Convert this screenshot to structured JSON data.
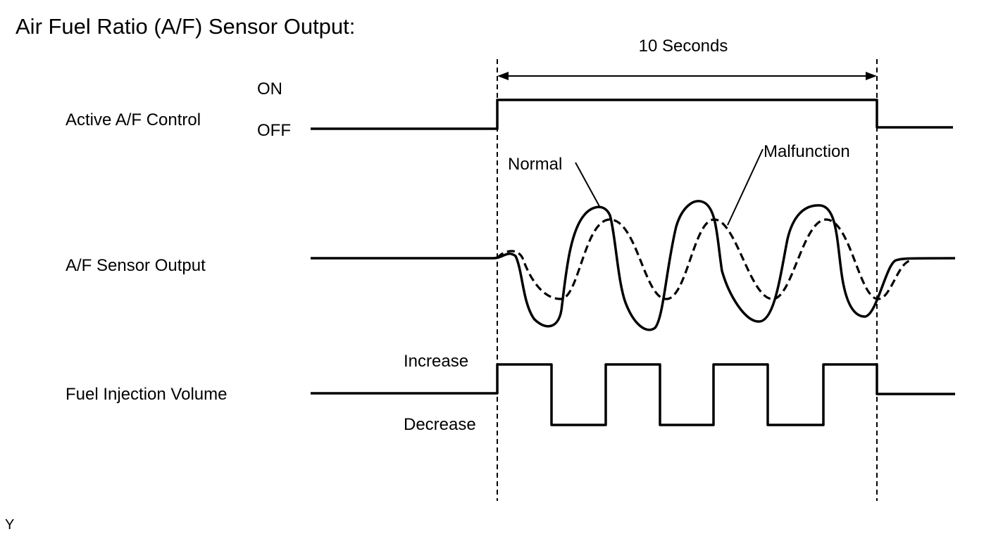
{
  "title": "Air Fuel Ratio (A/F) Sensor Output:",
  "time_span_label": "10 Seconds",
  "rows": {
    "control": {
      "label": "Active A/F Control",
      "on_label": "ON",
      "off_label": "OFF"
    },
    "sensor": {
      "label": "A/F Sensor Output",
      "normal_label": "Normal",
      "malfunction_label": "Malfunction"
    },
    "injection": {
      "label": "Fuel Injection Volume",
      "increase_label": "Increase",
      "decrease_label": "Decrease"
    }
  },
  "corner_mark": "Y"
}
